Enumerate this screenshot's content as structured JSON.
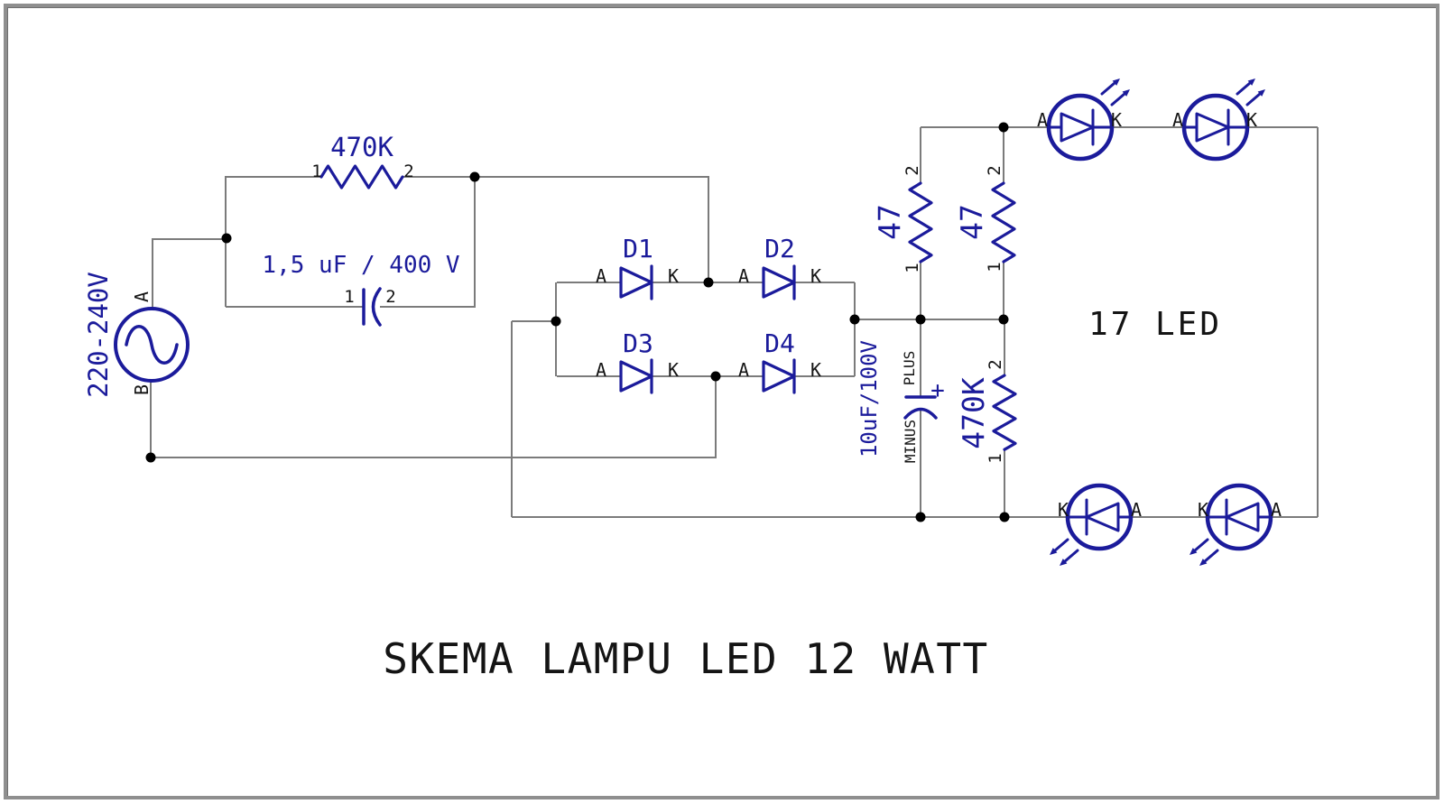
{
  "colors": {
    "component_blue": "#1b1b9b",
    "wire_gray": "#7b7b7b",
    "text_black": "#141414",
    "frame_gray": "#8f8f8f"
  },
  "title": "SKEMA LAMPU LED 12 WATT",
  "led_count_note": "17 LED",
  "ac_source": {
    "value": "220-240V",
    "pin_a": "A",
    "pin_b": "B"
  },
  "dropper_resistor": {
    "value": "470K",
    "pin_1": "1",
    "pin_2": "2"
  },
  "dropper_capacitor": {
    "value": "1,5 uF / 400 V",
    "pin_1": "1",
    "pin_2": "2"
  },
  "bridge": {
    "d1": {
      "label": "D1",
      "anode": "A",
      "cathode": "K"
    },
    "d2": {
      "label": "D2",
      "anode": "A",
      "cathode": "K"
    },
    "d3": {
      "label": "D3",
      "anode": "A",
      "cathode": "K"
    },
    "d4": {
      "label": "D4",
      "anode": "A",
      "cathode": "K"
    }
  },
  "filter_capacitor": {
    "value": "10uF/100V",
    "plus_sign": "+",
    "plus_label": "PLUS",
    "minus_label": "MINUS"
  },
  "ballast_resistor_left": {
    "value": "47",
    "pin_1": "1",
    "pin_2": "2"
  },
  "ballast_resistor_right": {
    "value": "47",
    "pin_1": "1",
    "pin_2": "2"
  },
  "bleeder_resistor": {
    "value": "470K",
    "pin_1": "1",
    "pin_2": "2"
  },
  "leds": {
    "top_left": {
      "anode": "A",
      "cathode": "K"
    },
    "top_right": {
      "anode": "A",
      "cathode": "K"
    },
    "bottom_left": {
      "cathode": "K",
      "anode": "A"
    },
    "bottom_right": {
      "cathode": "K",
      "anode": "A"
    }
  }
}
